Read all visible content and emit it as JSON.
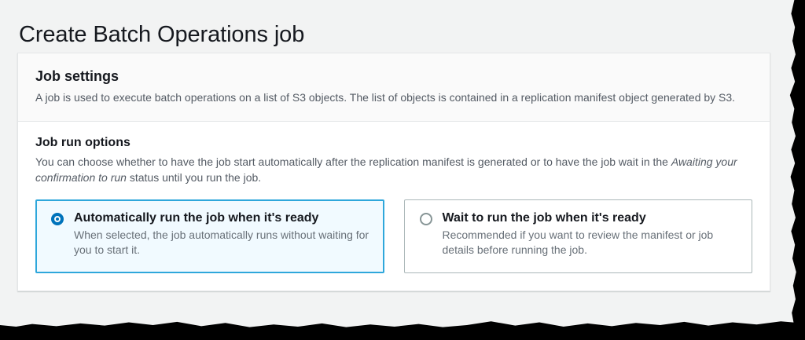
{
  "page": {
    "title": "Create Batch Operations job"
  },
  "job_settings": {
    "section_title": "Job settings",
    "section_description": "A job is used to execute batch operations on a list of S3 objects. The list of objects is contained in a replication manifest object generated by S3.",
    "field_label": "Job run options",
    "field_description_part1": "You can choose whether to have the job start automatically after the replication manifest is generated or to have the job wait in the ",
    "field_description_emphasis": "Awaiting your confirmation to run",
    "field_description_part2": " status until you run the job.",
    "options": [
      {
        "id": "automatic",
        "title": "Automatically run the job when it's ready",
        "description": "When selected, the job automatically runs without waiting for you to start it.",
        "selected": true
      },
      {
        "id": "wait",
        "title": "Wait to run the job when it's ready",
        "description": "Recommended if you want to review the manifest or job details before running the job.",
        "selected": false
      }
    ]
  },
  "colors": {
    "page_background": "#f2f3f3",
    "card_background": "#ffffff",
    "header_background": "#fafafa",
    "border": "#e4e6e7",
    "selected_border": "#2ea7db",
    "selected_background": "#f1faff",
    "radio_accent": "#0073bb",
    "heading_text": "#16191f",
    "body_text": "#545b64",
    "muted_text": "#687078"
  }
}
